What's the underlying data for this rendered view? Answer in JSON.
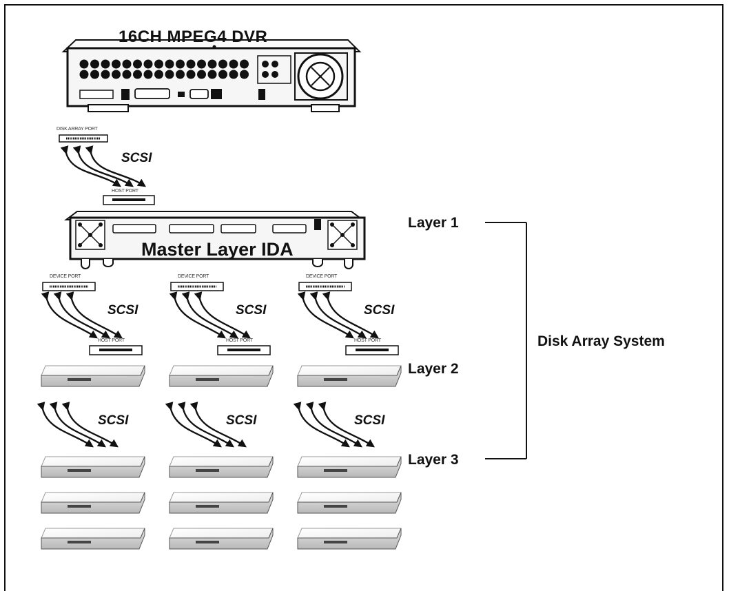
{
  "diagram": {
    "title": "16CH MPEG4 DVR",
    "master_label": "Master Layer IDA",
    "layer_labels": [
      "Layer 1",
      "Layer 2",
      "Layer 3"
    ],
    "system_label": "Disk Array System",
    "scsi_label": "SCSI",
    "port_labels": {
      "disk_array_port": "DISK ARRAY PORT",
      "host_port": "HOST PORT",
      "device_port": "DEVICE PORT"
    },
    "colors": {
      "line": "#111111",
      "disk_top": "#ffffff",
      "disk_front": "#d9d9d9",
      "panel": "#f4f4f4"
    }
  }
}
